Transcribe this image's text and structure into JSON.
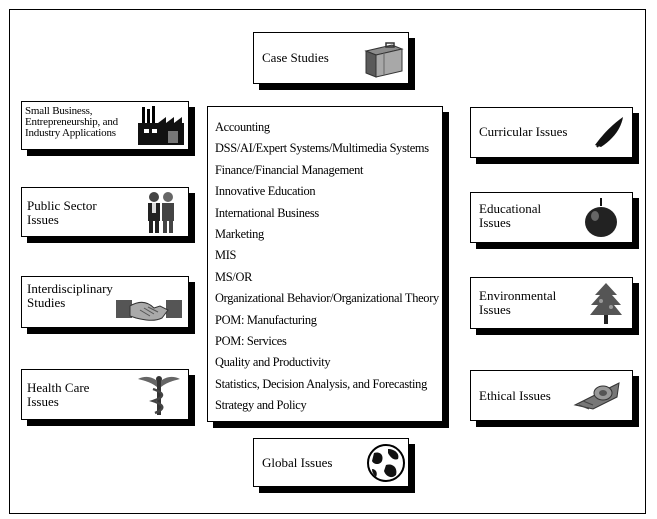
{
  "topics": {
    "case_studies": "Case Studies",
    "small_business": "Small Business,\nEntrepreneurship, and\nIndustry Applications",
    "public_sector": "Public Sector\nIssues",
    "interdisciplinary": "Interdisciplinary\nStudies",
    "health_care": "Health Care\nIssues",
    "curricular": "Curricular Issues",
    "educational": "Educational\nIssues",
    "environmental": "Environmental\nIssues",
    "ethical": "Ethical Issues",
    "global": "Global Issues"
  },
  "center_list": [
    "Accounting",
    "DSS/AI/Expert Systems/Multimedia Systems",
    "Finance/Financial Management",
    "Innovative Education",
    "International Business",
    "Marketing",
    "MIS",
    "MS/OR",
    "Organizational Behavior/Organizational Theory",
    "POM: Manufacturing",
    "POM: Services",
    "Quality and Productivity",
    "Statistics, Decision Analysis, and Forecasting",
    "Strategy and Policy"
  ],
  "icons": {
    "case_studies": "briefcase-icon",
    "small_business": "factory-icon",
    "public_sector": "people-icon",
    "interdisciplinary": "handshake-icon",
    "health_care": "caduceus-icon",
    "curricular": "graduation-cap-icon",
    "educational": "apple-icon",
    "environmental": "tree-icon",
    "ethical": "scales-icon",
    "global": "globe-icon"
  }
}
